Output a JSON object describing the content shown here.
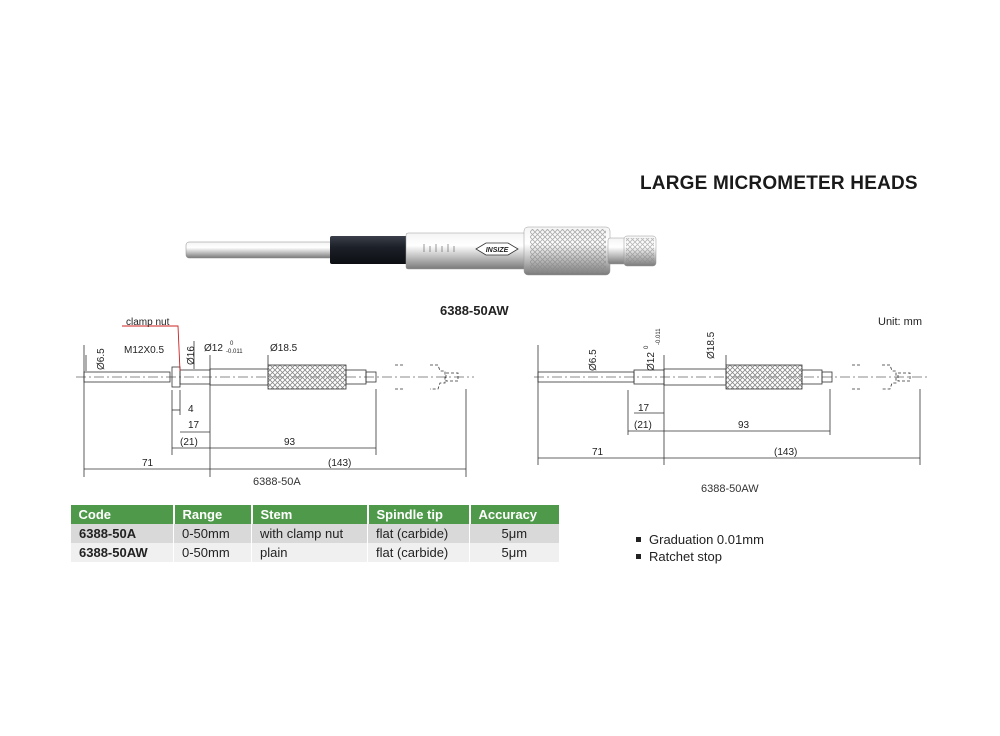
{
  "title": "LARGE MICROMETER HEADS",
  "product_model": "6388-50AW",
  "unit_label": "Unit: mm",
  "brand": "INSIZE",
  "colors": {
    "header_green": "#4f9a4a",
    "row_dark": "#d9d9d9",
    "row_light": "#f0f0f0",
    "leader_red": "#cc2222"
  },
  "drawing_a": {
    "caption": "6388-50A",
    "labels": {
      "clamp_nut": "clamp nut",
      "thread": "M12X0.5",
      "d_spindle": "Ø6.5",
      "d_stem": "Ø16",
      "d_sleeve": "Ø12",
      "tol_upper": "0",
      "tol_lower": "-0.011",
      "d_thimble": "Ø18.5",
      "dim_4": "4",
      "dim_17": "17",
      "dim_21": "(21)",
      "dim_93": "93",
      "dim_71": "71",
      "dim_143": "(143)"
    }
  },
  "drawing_aw": {
    "caption": "6388-50AW",
    "labels": {
      "d_spindle": "Ø6.5",
      "d_sleeve": "Ø12",
      "tol_upper": "0",
      "tol_lower": "-0.011",
      "d_thimble": "Ø18.5",
      "dim_17": "17",
      "dim_21": "(21)",
      "dim_93": "93",
      "dim_71": "71",
      "dim_143": "(143)"
    }
  },
  "table": {
    "headers": [
      "Code",
      "Range",
      "Stem",
      "Spindle tip",
      "Accuracy"
    ],
    "rows": [
      [
        "6388-50A",
        "0-50mm",
        "with clamp nut",
        "flat (carbide)",
        "5μm"
      ],
      [
        "6388-50AW",
        "0-50mm",
        "plain",
        "flat (carbide)",
        "5μm"
      ]
    ]
  },
  "features": [
    "Graduation 0.01mm",
    "Ratchet stop"
  ]
}
